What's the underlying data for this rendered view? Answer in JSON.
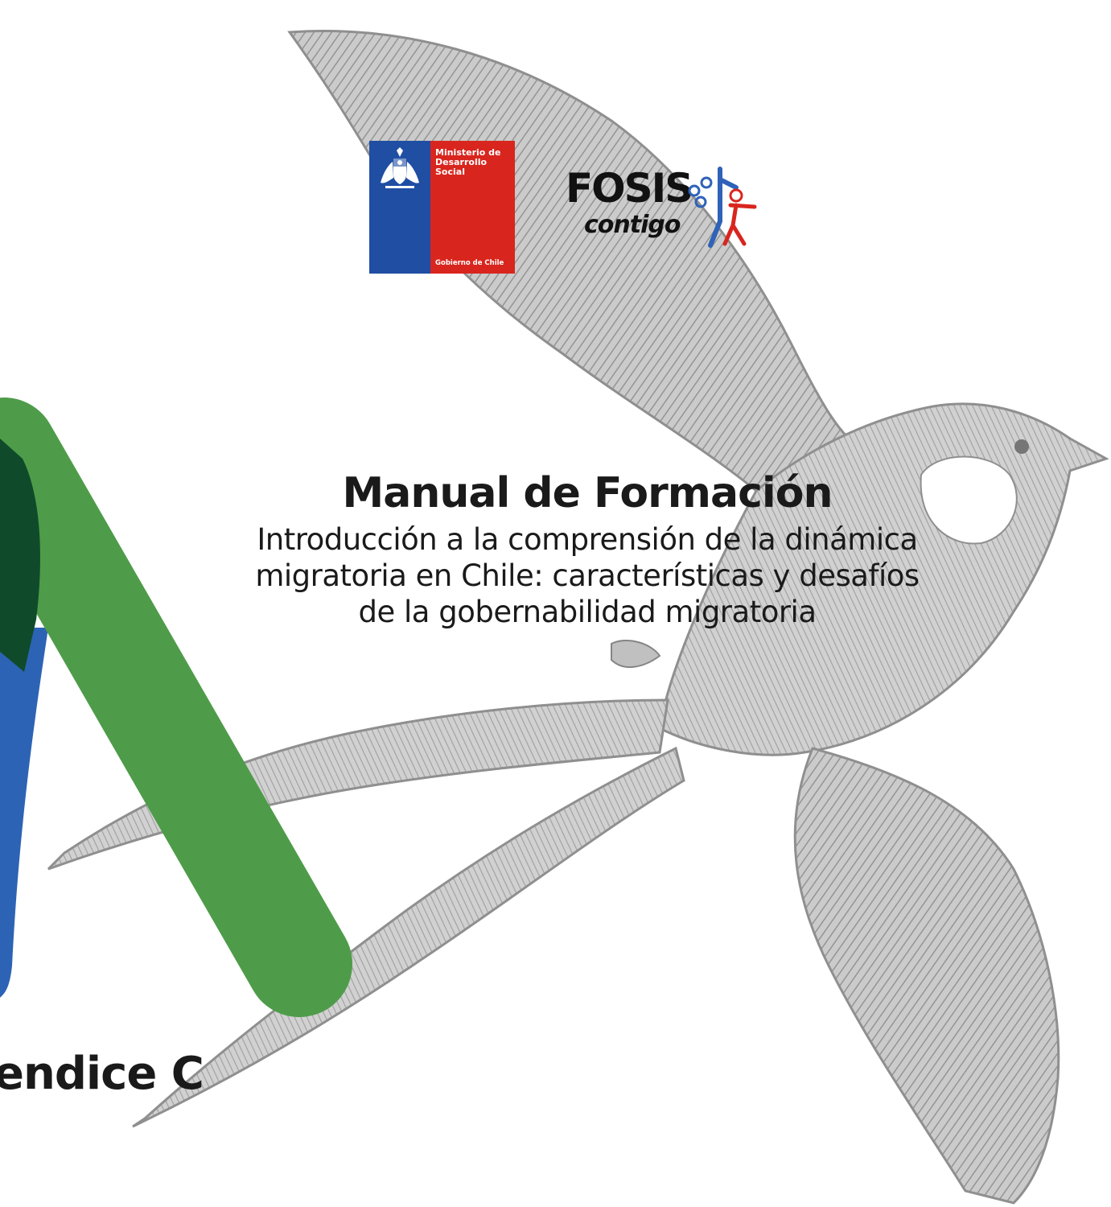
{
  "cover": {
    "title": "Manual de Formación",
    "subtitle_lines": [
      "Introducción a la comprensión de la dinámica",
      "migratoria en Chile: características y desafíos",
      "de la gobernabilidad migratoria"
    ],
    "appendix_label": "endice C"
  },
  "logos": {
    "ministry": {
      "name": "Ministerio de\nDesarrollo\nSocial",
      "footer": "Gobierno de Chile",
      "icon": "chile-coat-of-arms-icon",
      "colors": {
        "blue": "#1f4ea3",
        "red": "#d8261e"
      }
    },
    "fosis": {
      "wordmark": "FOSIS",
      "tagline": "contigo",
      "icon": "people-family-icon",
      "colors": {
        "blue": "#2f62b8",
        "red": "#d8261e"
      }
    }
  },
  "decoration": {
    "illustration": "swallow-sketch",
    "colors": {
      "bird": "#a9a9a9",
      "green": "#4e9c49",
      "dark_green": "#0f4b2a",
      "blue": "#2d63b5"
    }
  }
}
